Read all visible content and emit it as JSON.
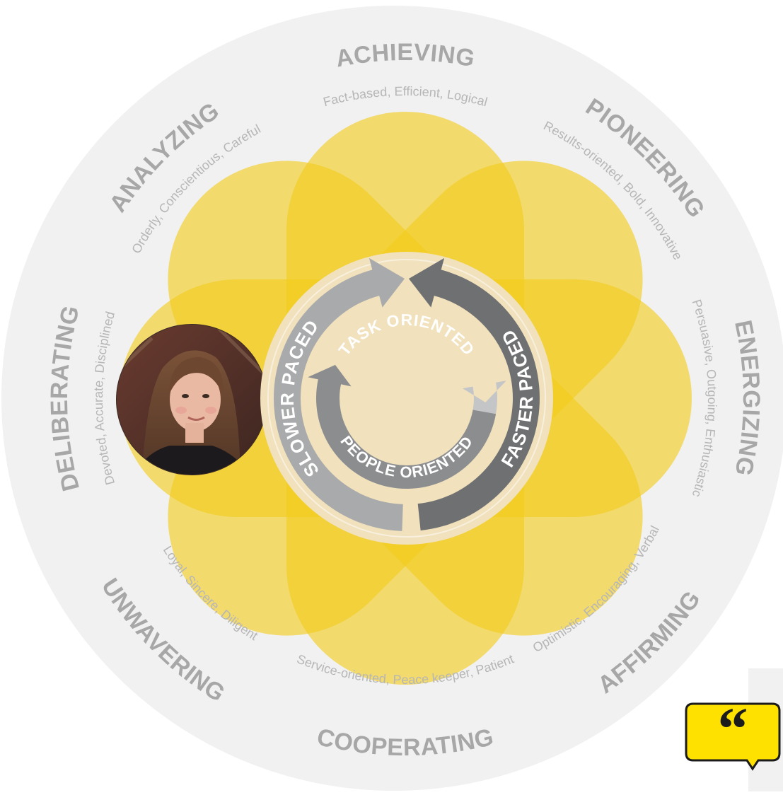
{
  "styles": [
    {
      "name": "ACHIEVING",
      "traits": "Fact-based, Efficient, Logical"
    },
    {
      "name": "PIONEERING",
      "traits": "Results-oriented, Bold, Innovative"
    },
    {
      "name": "ENERGIZING",
      "traits": "Persuasive, Outgoing, Enthusiastic"
    },
    {
      "name": "AFFIRMING",
      "traits": "Optimistic, Encouraging, Verbal"
    },
    {
      "name": "COOPERATING",
      "traits": "Service-oriented, Peace keeper, Patient"
    },
    {
      "name": "UNWAVERING",
      "traits": "Loyal, Sincere, Diligent"
    },
    {
      "name": "DELIBERATING",
      "traits": "Devoted, Accurate, Disciplined"
    },
    {
      "name": "ANALYZING",
      "traits": "Orderly, Conscientious, Careful"
    }
  ],
  "center": {
    "task": "TASK ORIENTED",
    "people": "PEOPLE ORIENTED",
    "slower": "SLOWER PACED",
    "faster": "FASTER PACED"
  },
  "colors": {
    "outer_ring": "#f1f1f1",
    "petal": "#f2cb1c",
    "center_bg": "#f1e1bc",
    "arrow_light": "#a9aaac",
    "arrow_dark": "#6f7072",
    "quote_yellow": "#ffe100"
  },
  "icons": {
    "avatar": "profile-photo",
    "quote": "quote-bubble-icon"
  }
}
